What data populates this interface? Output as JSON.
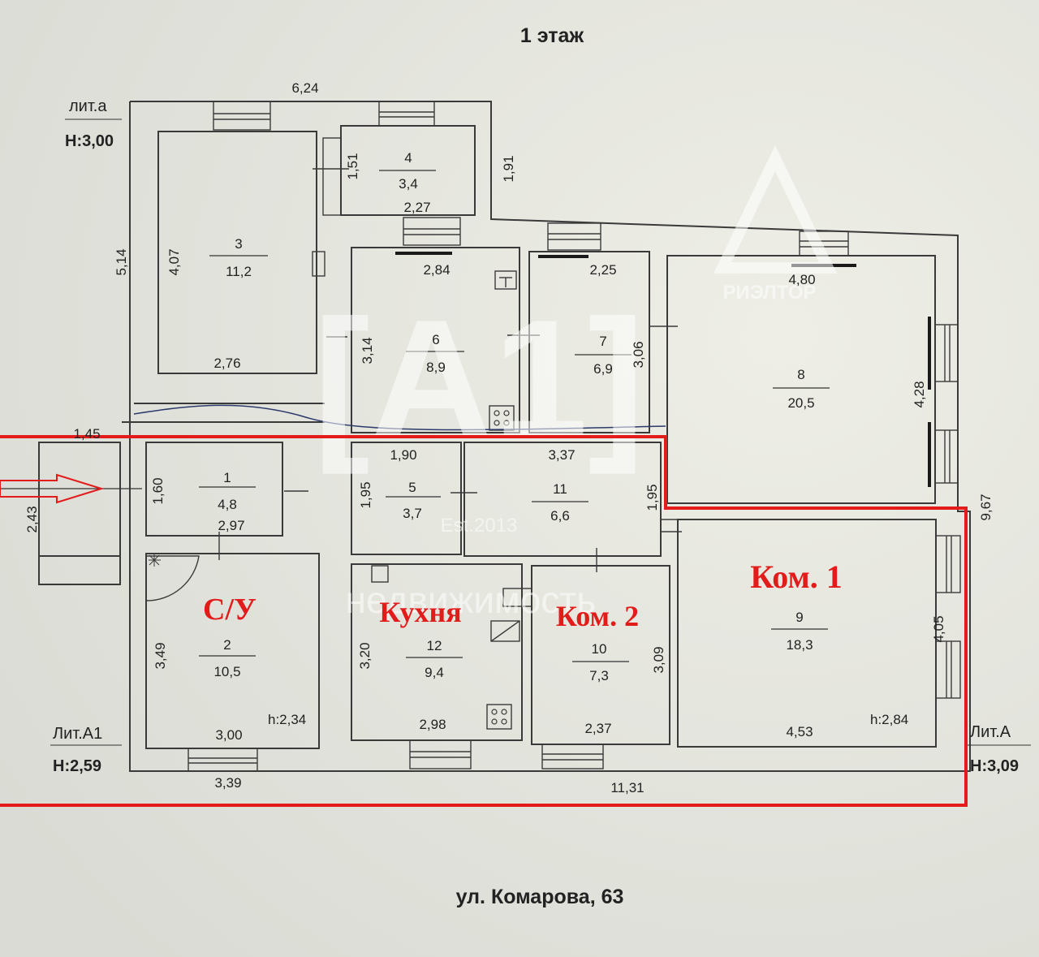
{
  "title": "1 этаж",
  "address": "ул. Комарова, 63",
  "watermark": {
    "brand": "РИЭЛТОР",
    "logo_text": "[А1]",
    "est": "Est.2013",
    "tagline": "недвижимость"
  },
  "lit": {
    "a_name": "лит.а",
    "a_height": "Н:3,00",
    "a1_name": "Лит.А1",
    "a1_height": "Н:2,59",
    "A_name": "Лит.А",
    "A_height": "Н:3,09"
  },
  "rooms": [
    {
      "num": "1",
      "area": "4,8"
    },
    {
      "num": "2",
      "area": "10,5"
    },
    {
      "num": "3",
      "area": "11,2"
    },
    {
      "num": "4",
      "area": "3,4"
    },
    {
      "num": "5",
      "area": "3,7"
    },
    {
      "num": "6",
      "area": "8,9"
    },
    {
      "num": "7",
      "area": "6,9"
    },
    {
      "num": "8",
      "area": "20,5"
    },
    {
      "num": "9",
      "area": "18,3"
    },
    {
      "num": "10",
      "area": "7,3"
    },
    {
      "num": "11",
      "area": "6,6"
    },
    {
      "num": "12",
      "area": "9,4"
    }
  ],
  "room_labels": {
    "bath": "С/У",
    "kitchen": "Кухня",
    "room2": "Ком. 2",
    "room1": "Ком. 1"
  },
  "ceilings": {
    "bath": "h:2,34",
    "room1": "h:2,84"
  },
  "dimensions": {
    "d624": "6,24",
    "d514": "5,14",
    "d407": "4,07",
    "d276": "2,76",
    "d151": "1,51",
    "d227": "2,27",
    "d191": "1,91",
    "d284": "2,84",
    "d314": "3,14",
    "d225": "2,25",
    "d306": "3,06",
    "d480": "4,80",
    "d428": "4,28",
    "d145": "1,45",
    "d243": "2,43",
    "d160": "1,60",
    "d297": "2,97",
    "d190": "1,90",
    "d195a": "1,95",
    "d337": "3,37",
    "d195b": "1,95",
    "d967": "9,67",
    "d349": "3,49",
    "d300": "3,00",
    "d339": "3,39",
    "d320": "3,20",
    "d298": "2,98",
    "d309": "3,09",
    "d237": "2,37",
    "d405": "4,05",
    "d453": "4,53",
    "d1131": "11,31"
  }
}
